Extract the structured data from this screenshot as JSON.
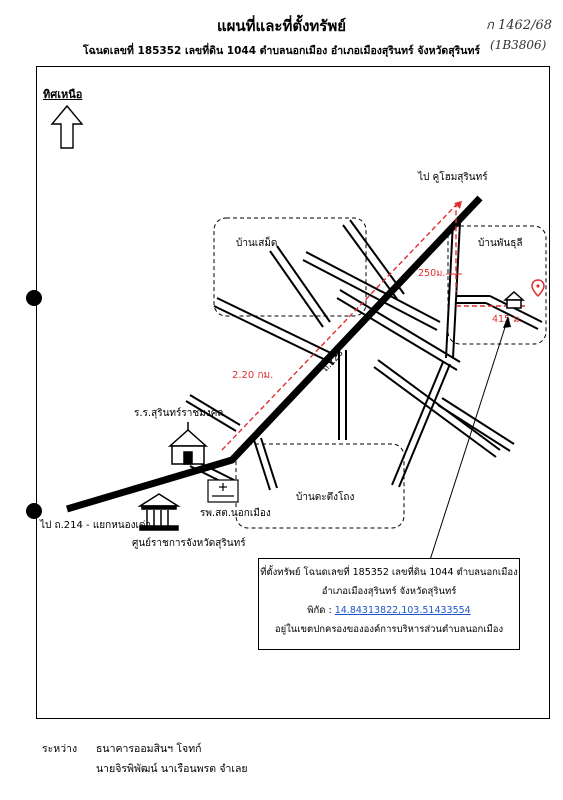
{
  "title": "แผนที่และที่ตั้งทรัพย์",
  "subtitle": "โฉนดเลขที่ 185352 เลขที่ดิน 1044 ตำบลนอกเมือง อำเภอเมืองสุรินทร์ จังหวัดสุรินทร์",
  "handwritten_ref_1": "ก 1462/68",
  "handwritten_ref_2": "(1B3806)",
  "north_label": "ทิศเหนือ",
  "map": {
    "to_kudsom": "ไป คูโฮมสุรินทร์",
    "ban_samet": "บ้านเสม็ด",
    "ban_phanthuli": "บ้านพันธุลี",
    "ban_tadueng": "บ้านตะตึงโถง",
    "road_label": "ถ.226",
    "dist_main": "2.20 กม.",
    "dist_250": "250ม.",
    "dist_415": "415 ม.",
    "school": "ร.ร.สุรินทร์ราชมงคล",
    "hospital": "รพ.สต.นอกเมือง",
    "gov_center": "ศูนย์ราชการจังหวัดสุรินทร์",
    "to_214": "ไป ถ.214 - แยกหนองเต่า"
  },
  "info": {
    "line1": "ที่ตั้งทรัพย์ โฉนดเลขที่ 185352 เลขที่ดิน 1044 ตำบลนอกเมือง",
    "line2": "อำเภอเมืองสุรินทร์ จังหวัดสุรินทร์",
    "coord_label": "พิกัด :",
    "coords": "14.84313822,103.51433554",
    "line4": "อยู่ในเขตปกครองขององค์การบริหารส่วนตำบลนอกเมือง"
  },
  "between": {
    "label": "ระหว่าง",
    "party1": "ธนาคารออมสินฯ โจทก์",
    "party2": "นายจิรพิพัฒน์ นาเรือนพรต จำเลย"
  },
  "colors": {
    "route": "#e03030",
    "pin": "#e03030",
    "coords": "#2255cc"
  }
}
